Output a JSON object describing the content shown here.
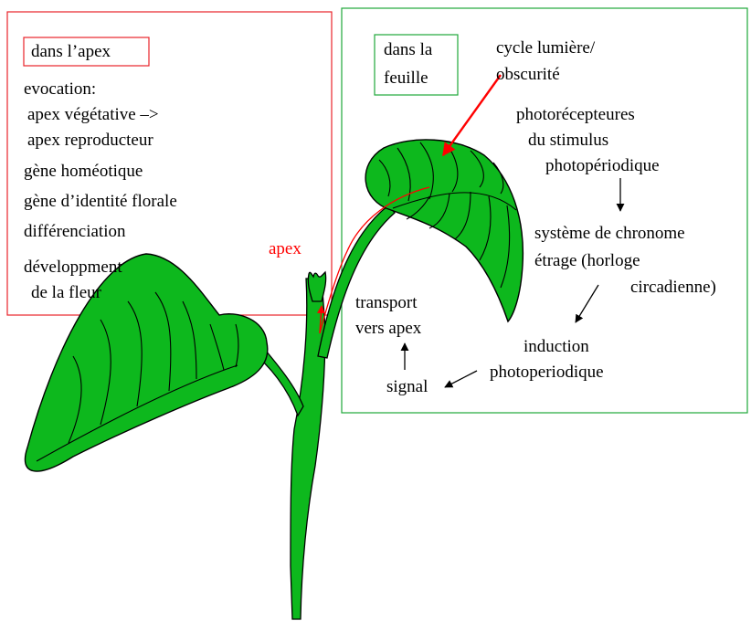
{
  "colors": {
    "leaf_fill": "#0db81d",
    "outline": "#000000",
    "apex_box": "#e8232a",
    "leaf_box": "#1fa83a",
    "arrow_red": "#ff0000",
    "apex_label": "#ff0000",
    "background": "#ffffff"
  },
  "apex_panel": {
    "heading": "dans l’apex",
    "evocation": "evocation:",
    "veg": "apex végétative –>",
    "repro": "apex reproducteur",
    "homeotic": "gène homéotique",
    "floral": "gène d’identité florale",
    "diff": "différenciation",
    "dev1": "développment",
    "dev2": "de la fleur"
  },
  "leaf_panel": {
    "heading1": "dans la",
    "heading2": "feuille",
    "cycle1": "cycle lumière/",
    "cycle2": "obscurité",
    "photo1": "photorécepteures",
    "photo2": "du stimulus",
    "photo3": "photopériodique",
    "sys1": "système de chronome",
    "sys2": "étrage (horloge",
    "sys3": "circadienne)",
    "ind1": "induction",
    "ind2": "photoperiodique",
    "signal": "signal",
    "trans1": "transport",
    "trans2": "vers apex"
  },
  "apex_label": "apex"
}
